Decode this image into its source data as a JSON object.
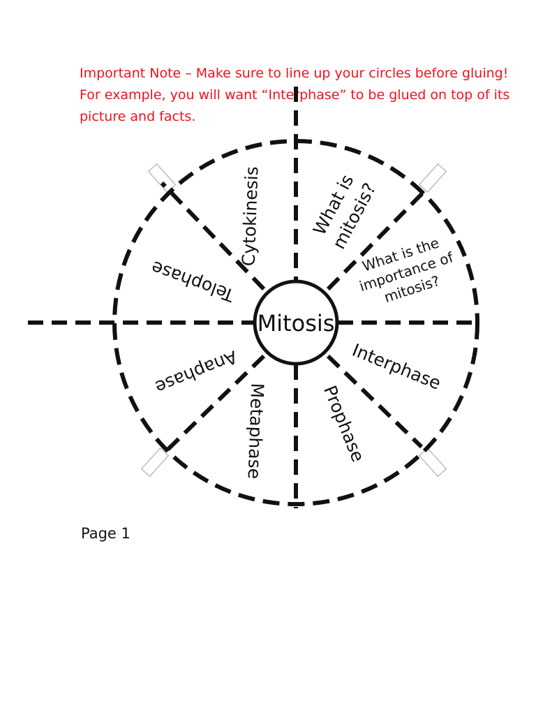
{
  "note": {
    "line1": "Important Note – Make sure to line up your circles before gluing!",
    "line2": "For example, you will want “Interphase” to be glued on top of its",
    "line3": "picture and facts."
  },
  "center_label": "Mitosis",
  "segments": {
    "what_is_line1": "What is",
    "what_is_line2": "mitosis?",
    "importance_line1": "What is the",
    "importance_line2": "importance of",
    "importance_line3": "mitosis?",
    "interphase": "Interphase",
    "prophase": "Prophase",
    "metaphase": "Metaphase",
    "anaphase": "Anaphase",
    "telophase": "Telophase",
    "cytokinesis": "Cytokinesis"
  },
  "page_label": "Page 1",
  "colors": {
    "note_text": "#e8151c",
    "lines": "#111111"
  }
}
